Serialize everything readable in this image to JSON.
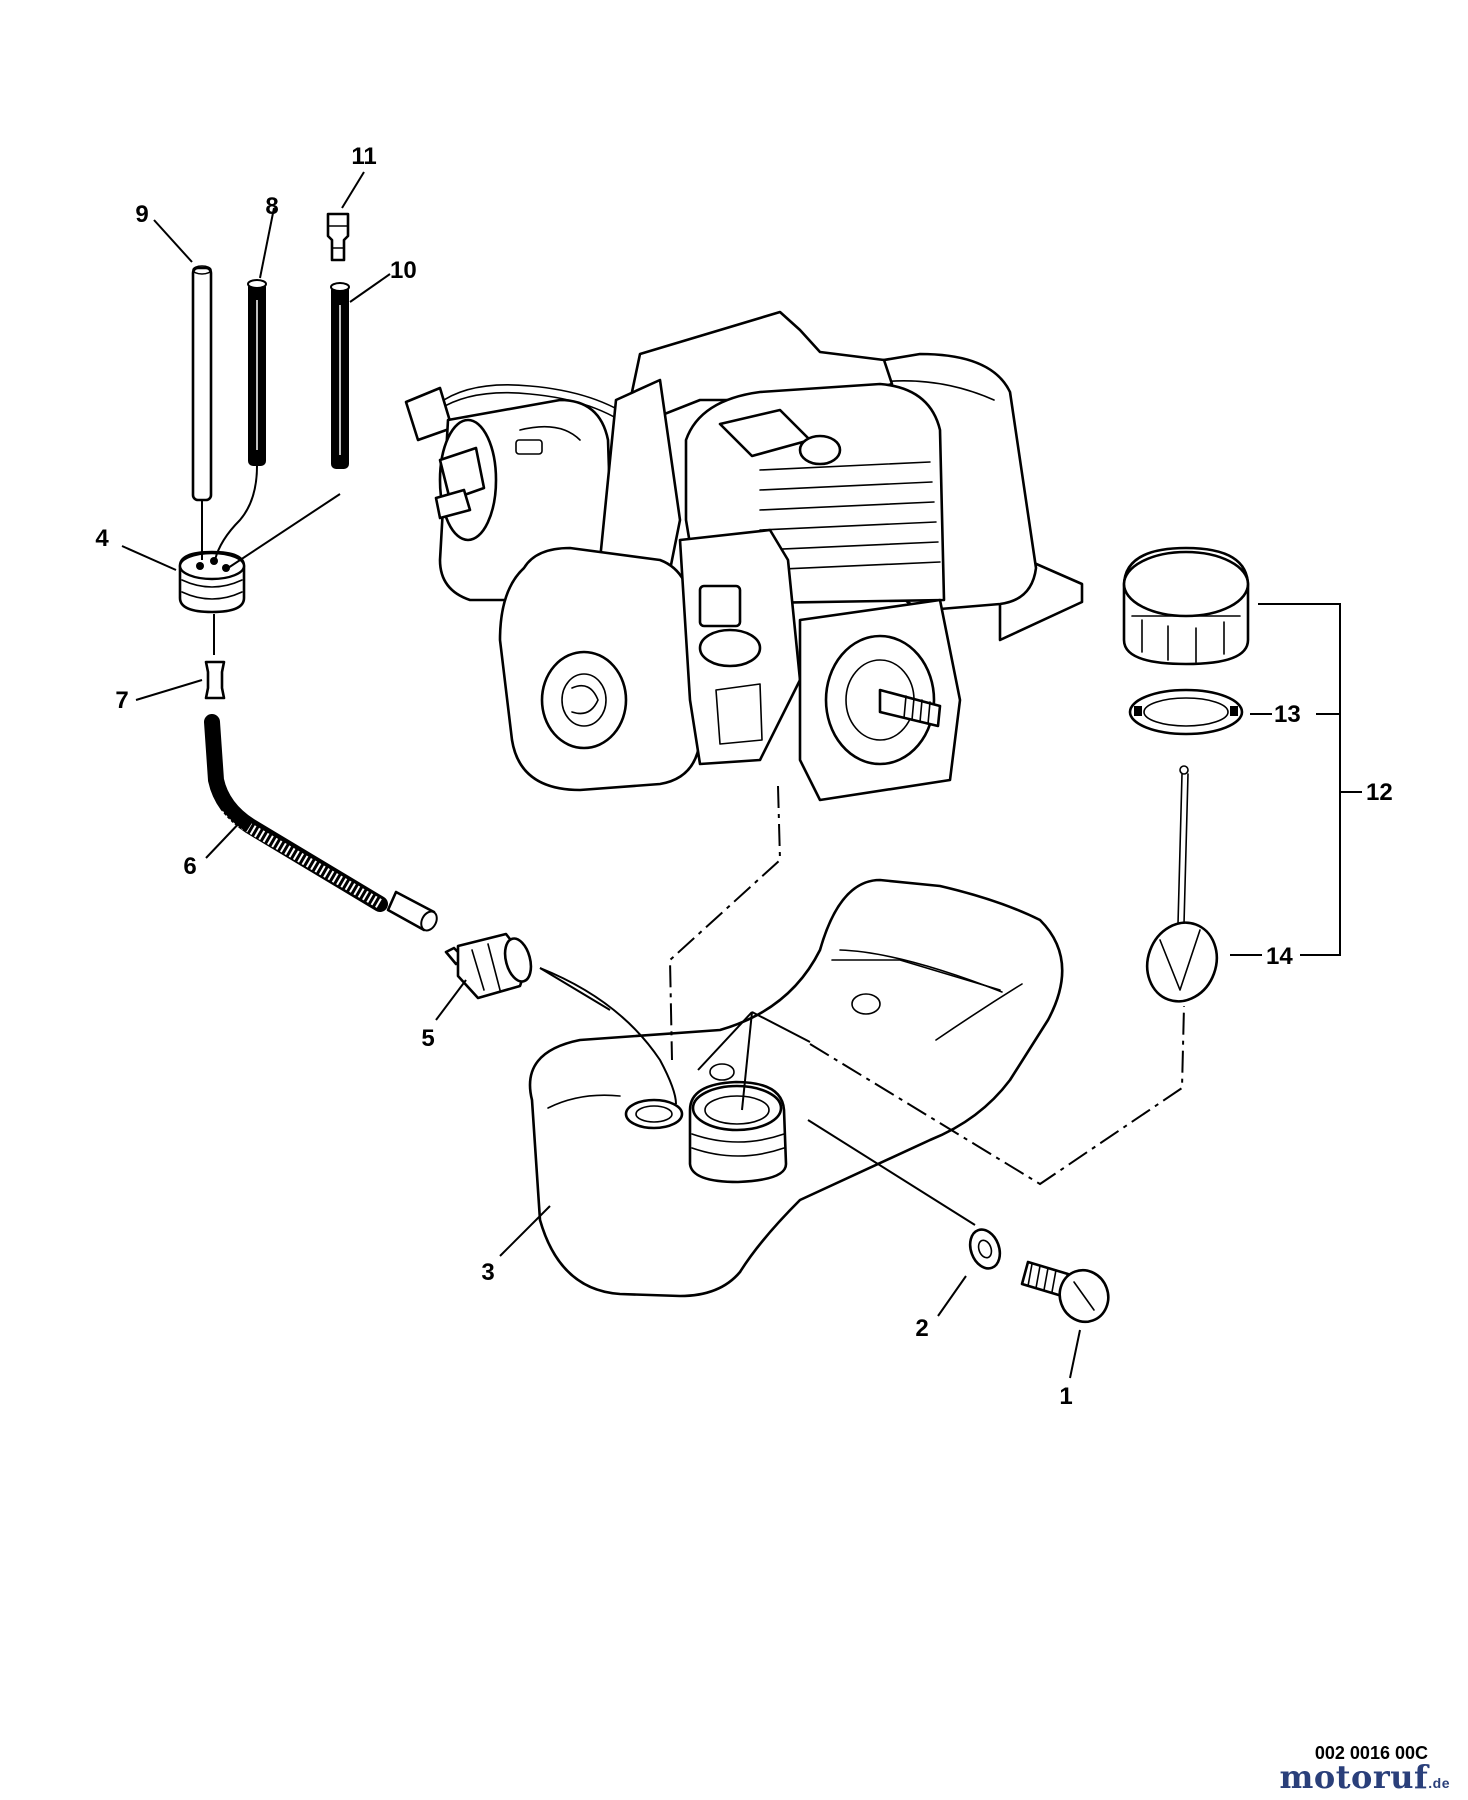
{
  "callouts": [
    "1",
    "2",
    "3",
    "4",
    "5",
    "6",
    "7",
    "8",
    "9",
    "10",
    "11",
    "12",
    "13",
    "14"
  ],
  "code": "002 0016 00C",
  "watermark": {
    "text": "motoruf",
    "suffix": ".de",
    "color": "#2a3f7a"
  }
}
